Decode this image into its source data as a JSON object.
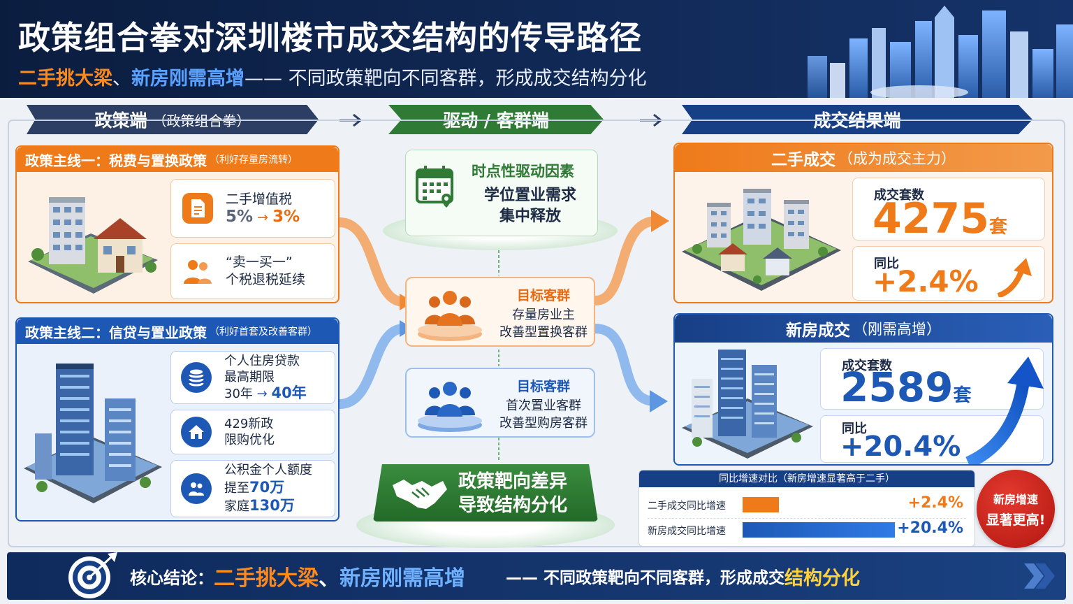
{
  "header": {
    "title": "政策组合拳对深圳楼市成交结构的传导路径",
    "subtitle_orange": "二手挑大梁",
    "subtitle_sep": "、",
    "subtitle_blue": "新房刚需高增",
    "subtitle_rest": "—— 不同政策靶向不同客群，形成成交结构分化"
  },
  "columns": {
    "left_title": "政策端",
    "left_sub": "（政策组合拳）",
    "mid_title": "驱动 / 客群端",
    "right_title": "成交结果端"
  },
  "policy1": {
    "title": "政策主线一：税费与置换政策",
    "sub": "（利好存量房流转）",
    "card1_line1": "二手增值税",
    "card1_from": "5%",
    "card1_arrow": "→",
    "card1_to": "3%",
    "card2_line1": "“卖一买一”",
    "card2_line2": "个税退税延续"
  },
  "policy2": {
    "title": "政策主线二：信贷与置业政策",
    "sub": "（利好首套及改善客群）",
    "card1_line1": "个人住房贷款",
    "card1_line2": "最高期限",
    "card1_from": "30年",
    "card1_arrow": "→",
    "card1_to": "40年",
    "card2_line1": "429新政",
    "card2_line2": "限购优化",
    "card3_line1": "公积金个人额度",
    "card3_line2a": "提至",
    "card3_line2b": "70万",
    "card3_line3a": "家庭",
    "card3_line3b": "130万"
  },
  "mid": {
    "driver_title": "时点性驱动因素",
    "driver_line1": "学位置业需求",
    "driver_line2": "集中释放",
    "target1_title": "目标客群",
    "target1_line1": "存量房业主",
    "target1_line2": "改善型置换客群",
    "target2_title": "目标客群",
    "target2_line1": "首次置业客群",
    "target2_line2": "改善型购房客群",
    "conclusion_line1": "政策靶向差异",
    "conclusion_line2": "导致结构分化"
  },
  "result1": {
    "title": "二手成交",
    "sub": "（成为成交主力）",
    "count_label": "成交套数",
    "count": "4275",
    "unit": "套",
    "yoy_label": "同比",
    "yoy": "+2.4%"
  },
  "result2": {
    "title": "新房成交",
    "sub": "（刚需高增）",
    "count_label": "成交套数",
    "count": "2589",
    "unit": "套",
    "yoy_label": "同比",
    "yoy": "+20.4%"
  },
  "comparison": {
    "title": "同比增速对比（新房增速显著高于二手）",
    "row1_label": "二手成交同比增速",
    "row1_value": "+2.4%",
    "row1_pct": 2.4,
    "row2_label": "新房成交同比增速",
    "row2_value": "+20.4%",
    "row2_pct": 20.4
  },
  "badge": {
    "line1": "新房增速",
    "line2": "显著更高!"
  },
  "bottom": {
    "label": "核心结论：",
    "orange": "二手挑大梁",
    "sep": "、",
    "blue": "新房刚需高增",
    "rest": "—— 不同政策靶向不同客群，形成成交",
    "highlight": "结构分化"
  },
  "colors": {
    "orange": "#ef7a1a",
    "blue": "#1d58b5",
    "green": "#2f7a34",
    "navy": "#0f2a5c"
  }
}
